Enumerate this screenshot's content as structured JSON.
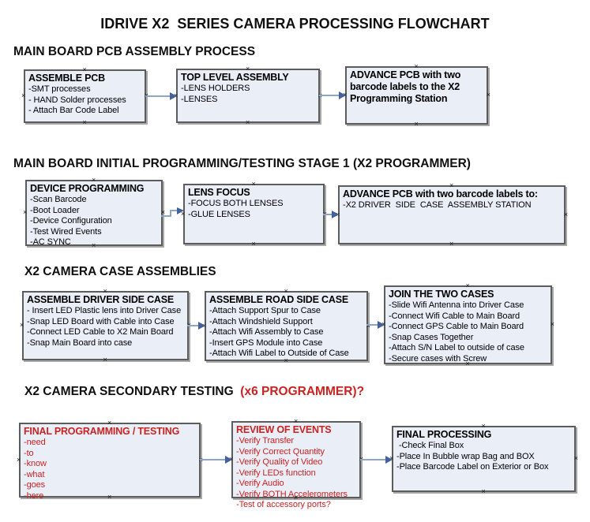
{
  "title": "IDRIVE X2  SERIES CAMERA PROCESSING FLOWCHART",
  "colors": {
    "box_fill": "#e9eef7",
    "box_border": "#5c5c5c",
    "box_shadow": "#a8a8a8",
    "arrow_line": "#8ea6c4",
    "arrow_head": "#44619d",
    "red_text": "#cc2222"
  },
  "sections": [
    {
      "heading": "MAIN BOARD PCB ASSEMBLY PROCESS",
      "boxes": [
        {
          "title": "ASSEMBLE PCB",
          "lines": [
            "-SMT processes",
            "- HAND Solder processes",
            "- Attach Bar Code Label"
          ]
        },
        {
          "title": "TOP LEVEL ASSEMBLY",
          "lines": [
            "-LENS HOLDERS",
            "-LENSES"
          ]
        },
        {
          "title": "ADVANCE PCB with two barcode labels to the X2 Programming Station",
          "lines": []
        }
      ]
    },
    {
      "heading": "MAIN BOARD INITIAL PROGRAMMING/TESTING STAGE 1 (X2 PROGRAMMER)",
      "boxes": [
        {
          "title": "DEVICE PROGRAMMING",
          "lines": [
            "-Scan Barcode",
            "-Boot Loader",
            "-Device Configuration",
            "-Test Wired Events",
            "-AC SYNC"
          ]
        },
        {
          "title": "LENS FOCUS",
          "lines": [
            "-FOCUS BOTH LENSES",
            "-GLUE LENSES"
          ]
        },
        {
          "title": "ADVANCE PCB with two barcode labels to:",
          "lines": [
            "-X2 DRIVER  SIDE  CASE  ASSEMBLY STATION"
          ]
        }
      ]
    },
    {
      "heading": "X2 CAMERA CASE ASSEMBLIES",
      "boxes": [
        {
          "title": "ASSEMBLE DRIVER SIDE CASE",
          "lines": [
            "- Insert LED Plastic lens into Driver Case",
            "-Snap LED Board with Cable into Case",
            "-Connect LED Cable to X2 Main Board",
            "-Snap Main Board into case"
          ]
        },
        {
          "title": "ASSEMBLE ROAD SIDE CASE",
          "lines": [
            "-Attach Support Spur to Case",
            "-Attach Windshield Support",
            "-Attach Wifi Assembly to Case",
            "-Insert GPS Module into Case",
            "-Attach Wifi Label to Outside of Case"
          ]
        },
        {
          "title": "JOIN THE TWO CASES",
          "lines": [
            "-Slide Wifi Antenna into Driver Case",
            "-Connect Wifi Cable to Main Board",
            "-Connect GPS Cable to Main Board",
            "-Snap Cases Together",
            "-Attach S/N Label to outside of case",
            "-Secure cases with Screw"
          ]
        }
      ]
    },
    {
      "heading": "X2 CAMERA SECONDARY TESTING ",
      "heading_suffix": " (x6 PROGRAMMER)?",
      "boxes": [
        {
          "title": "FINAL PROGRAMMING / TESTING",
          "text_color": "#cc2222",
          "lines": [
            "-need",
            "-to",
            "-know",
            "-what",
            "-goes",
            "-here"
          ]
        },
        {
          "title": "REVIEW OF EVENTS",
          "text_color": "#cc2222",
          "lines": [
            "-Verify Transfer",
            "-Verify Correct Quantity",
            "-Verify Quality of Video",
            "-Verify LEDs function",
            "-Verify Audio",
            "-Verify BOTH Accelerometers",
            "-Test of accessory ports?"
          ]
        },
        {
          "title": "FINAL PROCESSING",
          "lines": [
            " -Check Final Box",
            "-Place In Bubble wrap Bag and BOX",
            "-Place Barcode Label on Exterior or Box"
          ]
        }
      ]
    }
  ]
}
